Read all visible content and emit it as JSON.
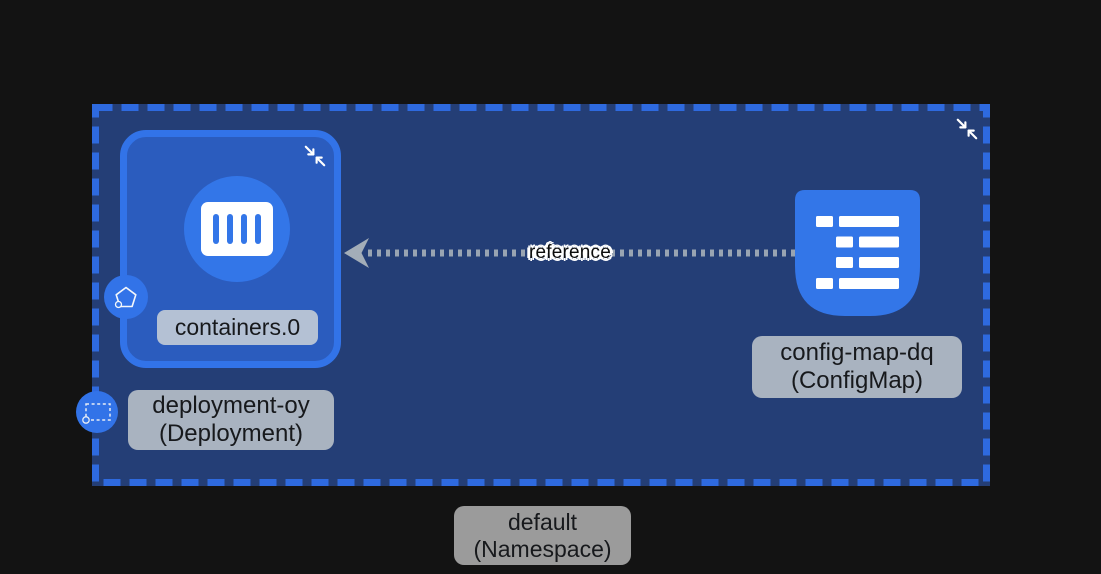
{
  "nodes": {
    "namespace": {
      "label_line1": "default",
      "label_line2": "(Namespace)"
    },
    "deployment": {
      "label_line1": "deployment-oy",
      "label_line2": "(Deployment)"
    },
    "container": {
      "label": "containers.0"
    },
    "configmap": {
      "label_line1": "config-map-dq",
      "label_line2": "(ConfigMap)"
    }
  },
  "edge": {
    "label": "reference"
  },
  "icons": {
    "container_icon": "container-icon",
    "configmap_icon": "configmap-list-icon",
    "pod_badge_icon": "pod-pentagon-icon",
    "deployment_badge_icon": "deployment-dashed-rect-icon",
    "collapse_icon": "collapse-arrows-icon"
  },
  "colors": {
    "background": "#131313",
    "namespace_fill": "#243E76",
    "namespace_border": "#2E6ADF",
    "node_fill": "#2B5CBE",
    "node_border": "#3273E8",
    "accent_blue": "#3376E8",
    "label_bg_blue_gray": "#B4C1D4",
    "label_bg_gray": "#A9B3C0",
    "namespace_label_bg": "#9B9B9B",
    "edge_color": "#A3ADB8"
  }
}
